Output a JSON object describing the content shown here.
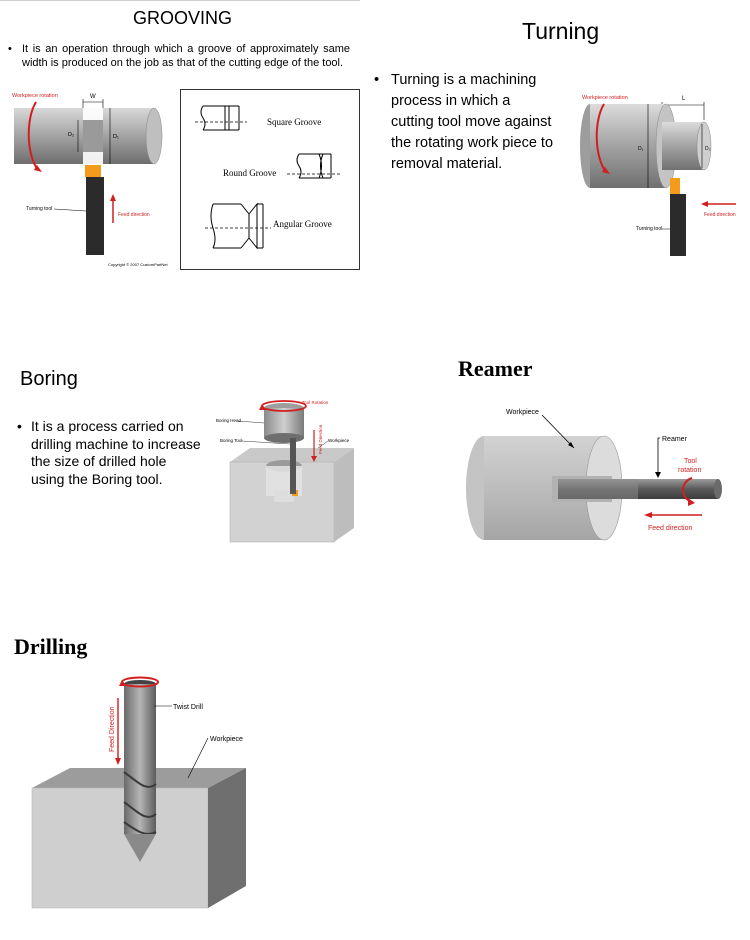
{
  "grooving": {
    "title": "GROOVING",
    "bullet": "It is an operation through which a groove of approximately same width is produced on the job as that of the cutting edge of the tool.",
    "fig": {
      "workpiece_rotation": "Workpiece rotation",
      "w": "W",
      "d1": "D₁",
      "d2": "D₂",
      "turning_tool": "Turning tool",
      "feed_direction": "Feed direction",
      "copyright": "Copyright © 2007 CustomPartNet"
    },
    "grooves": {
      "square": "Square Groove",
      "round": "Round Groove",
      "angular": "Angular Groove"
    }
  },
  "turning": {
    "title": "Turning",
    "bullet": "Turning is a machining process in which a cutting tool move against the rotating work piece to removal material.",
    "fig": {
      "workpiece_rotation": "Workpiece rotation",
      "l": "L",
      "d1": "D₁",
      "d2": "D₂",
      "turning_tool": "Turning tool",
      "feed_direction": "Feed direction"
    }
  },
  "boring": {
    "title": "Boring",
    "bullet": "It is a process carried on drilling machine to increase the size of drilled hole using the Boring tool.",
    "fig": {
      "tool_rotation": "Tool Rotation",
      "boring_head": "Boring Head",
      "boring_tool": "Boring Tool",
      "feed_direction": "Feed Direction",
      "workpiece": "Workpiece"
    }
  },
  "reamer": {
    "title": "Reamer",
    "fig": {
      "workpiece": "Workpiece",
      "reamer": "Reamer",
      "tool_rotation_1": "Tool",
      "tool_rotation_2": "rotation",
      "feed_direction": "Feed direction"
    }
  },
  "drilling": {
    "title": "Drilling",
    "fig": {
      "twist_drill": "Twist Drill",
      "workpiece": "Workpiece",
      "feed_direction": "Feed Direction"
    }
  },
  "colors": {
    "red": "#d11f1f",
    "orange": "#f39c1b",
    "tool": "#2b2b2b"
  }
}
